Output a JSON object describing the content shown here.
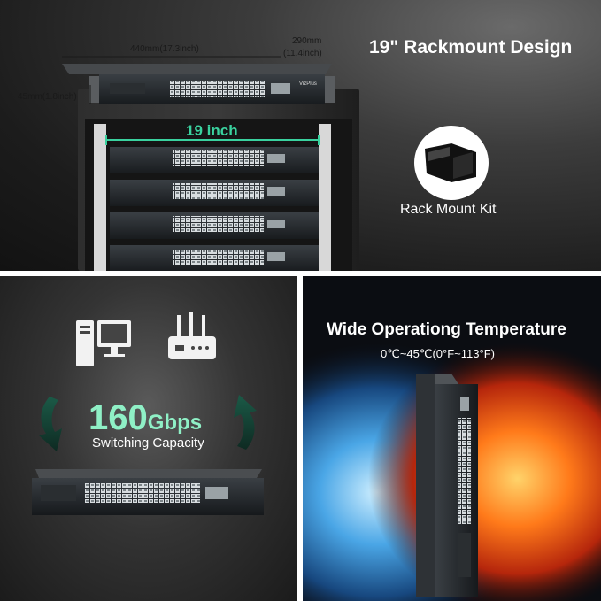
{
  "top": {
    "dim_width": "440mm(17.3inch)",
    "dim_depth_mm": "290mm",
    "dim_depth_in": "(11.4inch)",
    "dim_height": "45mm(1.8inch)",
    "rack_width": "19 inch",
    "title": "19\" Rackmount Design",
    "kit_label": "Rack Mount Kit",
    "brand": "VizPlus"
  },
  "bottom_left": {
    "rate_value": "160",
    "rate_unit": "Gbps",
    "label": "Switching Capacity"
  },
  "bottom_right": {
    "title": "Wide Operationg Temperature",
    "range": "0℃~45℃(0°F~113°F)"
  },
  "colors": {
    "accent_green": "#8ff0c6",
    "port_green": "#3ad29f",
    "text": "#ffffff"
  },
  "icons": [
    "computer-icon",
    "router-icon",
    "arrow-down-icon",
    "arrow-up-icon",
    "rack-mount-bracket-icon"
  ]
}
